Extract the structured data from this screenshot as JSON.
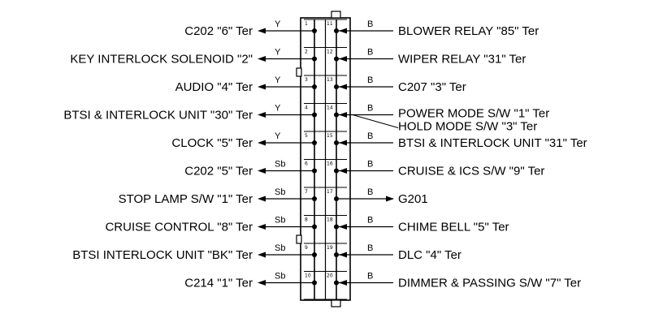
{
  "left_rows": [
    {
      "pin": "1",
      "wire": "Y",
      "label": "C202 \"6\" Ter"
    },
    {
      "pin": "2",
      "wire": "Y",
      "label": "KEY INTERLOCK SOLENOID \"2\""
    },
    {
      "pin": "3",
      "wire": "Y",
      "label": "AUDIO \"4\" Ter"
    },
    {
      "pin": "4",
      "wire": "Y",
      "label": "BTSI & INTERLOCK UNIT \"30\" Ter"
    },
    {
      "pin": "5",
      "wire": "Y",
      "label": "CLOCK \"5\" Ter"
    },
    {
      "pin": "6",
      "wire": "Sb",
      "label": "C202 \"5\" Ter"
    },
    {
      "pin": "7",
      "wire": "Sb",
      "label": "STOP LAMP S/W \"1\" Ter"
    },
    {
      "pin": "8",
      "wire": "Sb",
      "label": "CRUISE CONTROL \"8\" Ter"
    },
    {
      "pin": "9",
      "wire": "Sb",
      "label": "BTSI  INTERLOCK UNIT \"BK\" Ter"
    },
    {
      "pin": "10",
      "wire": "Sb",
      "label": "C214 \"1\" Ter"
    }
  ],
  "right_rows": [
    {
      "pin": "11",
      "wire": "B",
      "labels": [
        "BLOWER RELAY \"85\" Ter"
      ]
    },
    {
      "pin": "12",
      "wire": "B",
      "labels": [
        "WIPER RELAY \"31\" Ter"
      ]
    },
    {
      "pin": "13",
      "wire": "B",
      "labels": [
        "C207 \"3\" Ter"
      ]
    },
    {
      "pin": "14",
      "wire": "B",
      "labels": [
        "POWER MODE S/W \"1\" Ter",
        "HOLD MODE S/W \"3\" Ter"
      ]
    },
    {
      "pin": "15",
      "wire": "B",
      "labels": [
        "BTSI & INTERLOCK UNIT \"31\" Ter"
      ]
    },
    {
      "pin": "16",
      "wire": "B",
      "labels": [
        "CRUISE & ICS S/W \"9\" Ter"
      ]
    },
    {
      "pin": "17",
      "wire": "B",
      "labels": [
        "G201"
      ]
    },
    {
      "pin": "18",
      "wire": "B",
      "labels": [
        "CHIME BELL \"5\" Ter"
      ]
    },
    {
      "pin": "19",
      "wire": "B",
      "labels": [
        "DLC \"4\" Ter"
      ]
    },
    {
      "pin": "20",
      "wire": "B",
      "labels": [
        "DIMMER & PASSING S/W \"7\" Ter"
      ]
    }
  ]
}
